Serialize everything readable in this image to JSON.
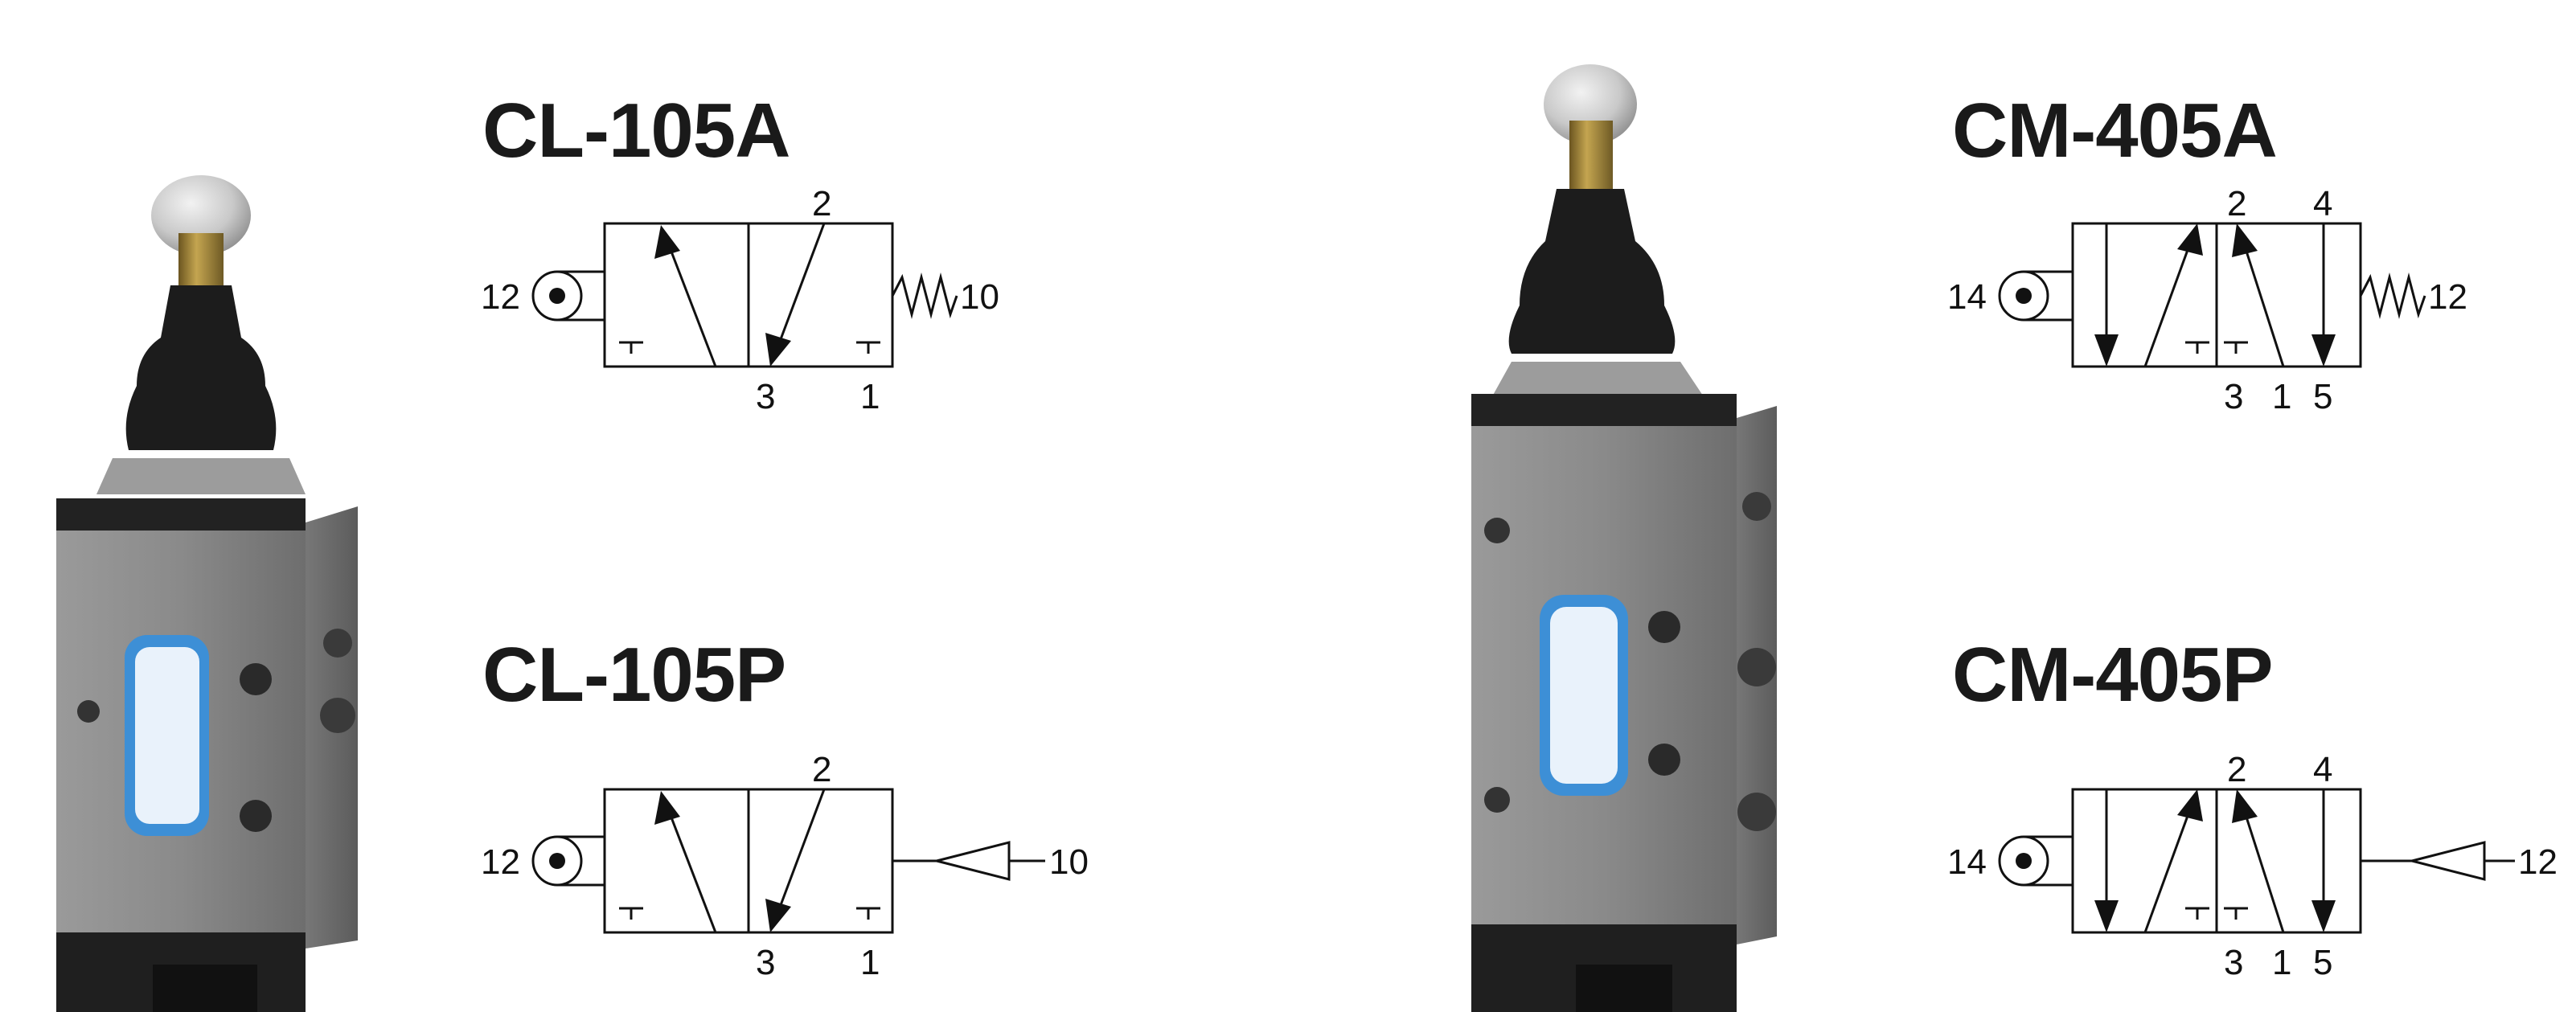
{
  "valves": [
    {
      "id": "CL-105A",
      "model": "CL-105A",
      "actuator_port": "12",
      "return_port": "10",
      "return_type": "spring",
      "top_ports": [
        "2"
      ],
      "bottom_ports": [
        "3",
        "1"
      ]
    },
    {
      "id": "CL-105P",
      "model": "CL-105P",
      "actuator_port": "12",
      "return_port": "10",
      "return_type": "pilot",
      "top_ports": [
        "2"
      ],
      "bottom_ports": [
        "3",
        "1"
      ]
    },
    {
      "id": "CM-405A",
      "model": "CM-405A",
      "actuator_port": "14",
      "return_port": "12",
      "return_type": "spring",
      "top_ports": [
        "2",
        "4"
      ],
      "bottom_ports": [
        "3",
        "1",
        "5"
      ]
    },
    {
      "id": "CM-405P",
      "model": "CM-405P",
      "actuator_port": "14",
      "return_port": "12",
      "return_type": "pilot",
      "top_ports": [
        "2",
        "4"
      ],
      "bottom_ports": [
        "3",
        "1",
        "5"
      ]
    }
  ],
  "colors": {
    "line": "#111111",
    "title": "#1a1a1a",
    "valve_body": "#8e8e8e",
    "valve_body_dark": "#6a6a6a",
    "rubber_boot": "#1c1c1c",
    "label_blue": "#3d8fd6",
    "brass": "#a88a3c"
  },
  "products": [
    {
      "name": "roller-lever-3-2-valve-photo"
    },
    {
      "name": "roller-lever-5-2-valve-photo"
    }
  ]
}
